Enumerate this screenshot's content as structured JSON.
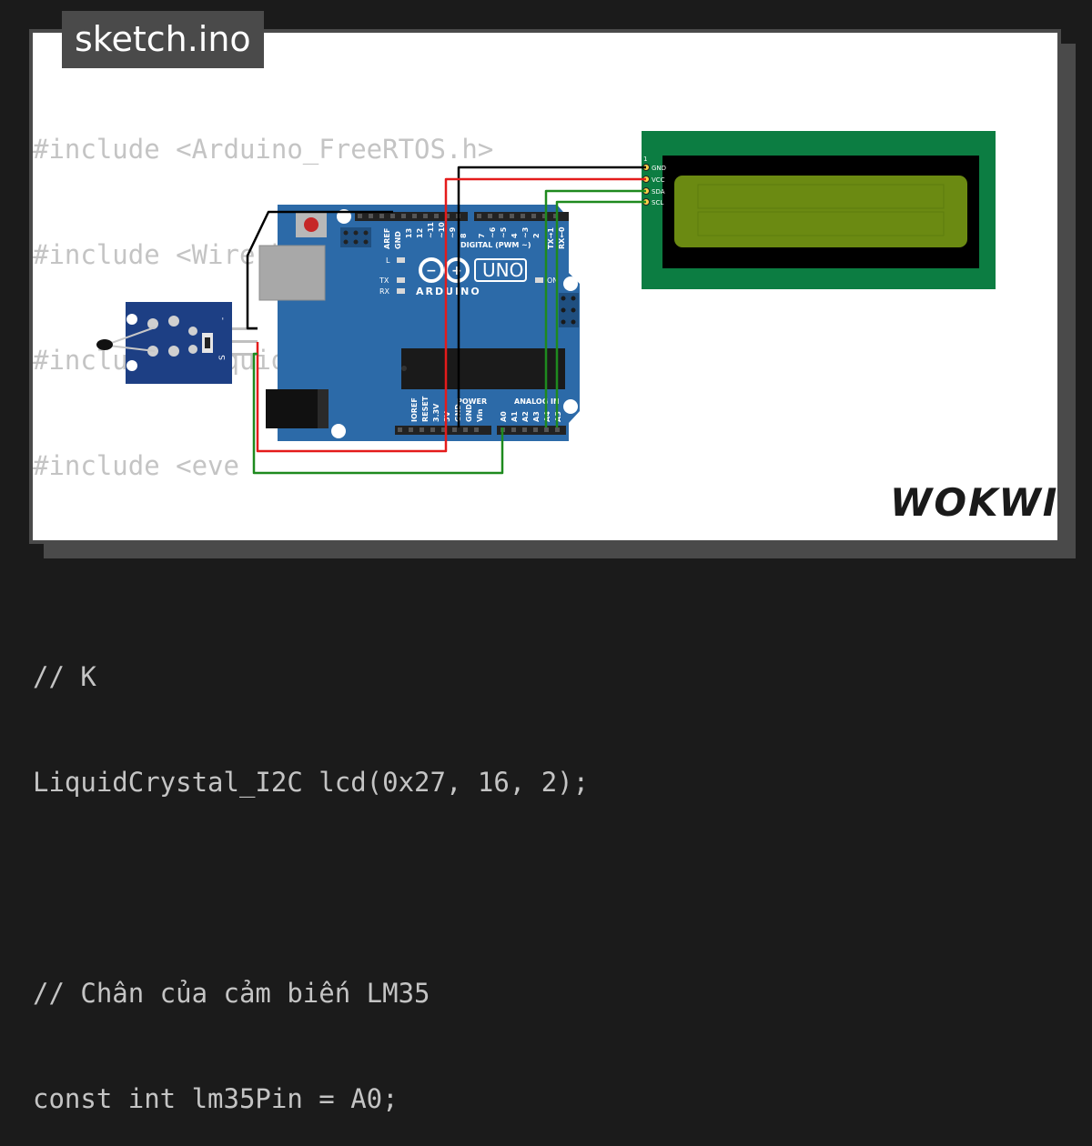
{
  "file_tab": {
    "title": "sketch.ino"
  },
  "code_lines": [
    "#include <Arduino_FreeRTOS.h>",
    "#include <Wire.h>",
    "#include <LiquidCrystal_I2C.h>",
    "#include <eve",
    "",
    "// K",
    "LiquidCrystal_I2C lcd(0x27, 16, 2);",
    "",
    "// Chân của cảm biến LM35",
    "const int lm35Pin = A0;"
  ],
  "brand": {
    "name": "WOKWI"
  },
  "board": {
    "name": "UNO",
    "maker": "ARDUINO",
    "labels": {
      "digital": "DIGITAL (PWM ~)",
      "analog": "ANALOG IN",
      "power": "POWER",
      "aref": "AREF",
      "gnd": "GND",
      "led_l": "L",
      "led_tx": "TX",
      "led_rx": "RX",
      "led_on": "ON",
      "ioref": "IOREF",
      "reset": "RESET",
      "v33": "3.3V",
      "v5": "5V",
      "vin": "Vin",
      "tx1": "TX→1",
      "rx0": "RX←0"
    },
    "digital_pins": [
      "13",
      "12",
      "~11",
      "~10",
      "~9",
      "8",
      "7",
      "~6",
      "~5",
      "4",
      "~3",
      "2"
    ],
    "analog_pins": [
      "A0",
      "A1",
      "A2",
      "A3",
      "A4",
      "A5"
    ]
  },
  "lcd": {
    "pins": [
      "GND",
      "VCC",
      "SDA",
      "SCL"
    ],
    "pin1": "1"
  },
  "sensor": {
    "pins": [
      "S",
      "-"
    ]
  },
  "colors": {
    "board": "#2c6aa8",
    "lcd_pcb": "#0c7d42",
    "lcd_screen": "#6b8a12",
    "wire_gnd": "#000000",
    "wire_vcc": "#e41b1b",
    "wire_signal": "#1e8a1e",
    "sensor_pcb": "#1d3f84"
  }
}
